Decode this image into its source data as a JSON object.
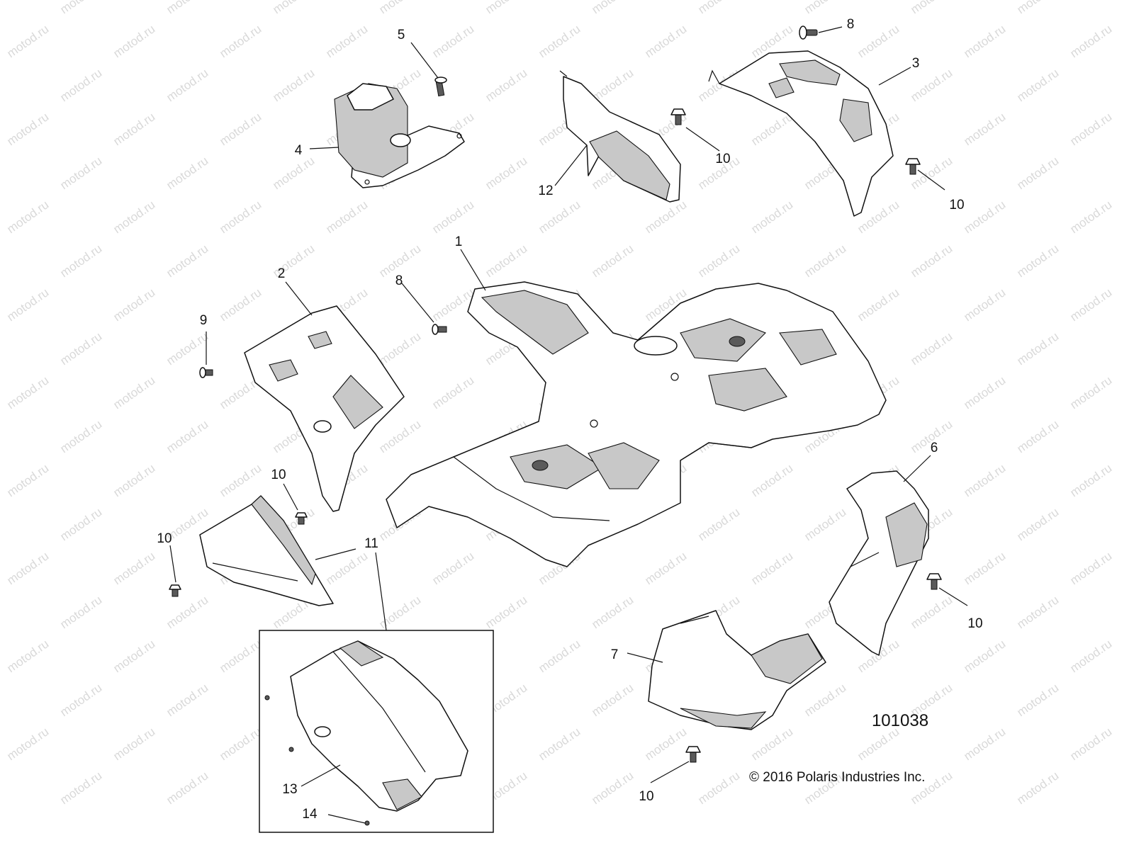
{
  "diagram_id": "101038",
  "copyright": "© 2016 Polaris Industries Inc.",
  "watermark": "motod.ru",
  "callouts": {
    "c1": "1",
    "c2": "2",
    "c3": "3",
    "c4": "4",
    "c5": "5",
    "c6": "6",
    "c7": "7",
    "c8a": "8",
    "c8b": "8",
    "c9": "9",
    "c10a": "10",
    "c10b": "10",
    "c10c": "10",
    "c10d": "10",
    "c10e": "10",
    "c10f": "10",
    "c11": "11",
    "c12": "12",
    "c13": "13",
    "c14": "14"
  }
}
